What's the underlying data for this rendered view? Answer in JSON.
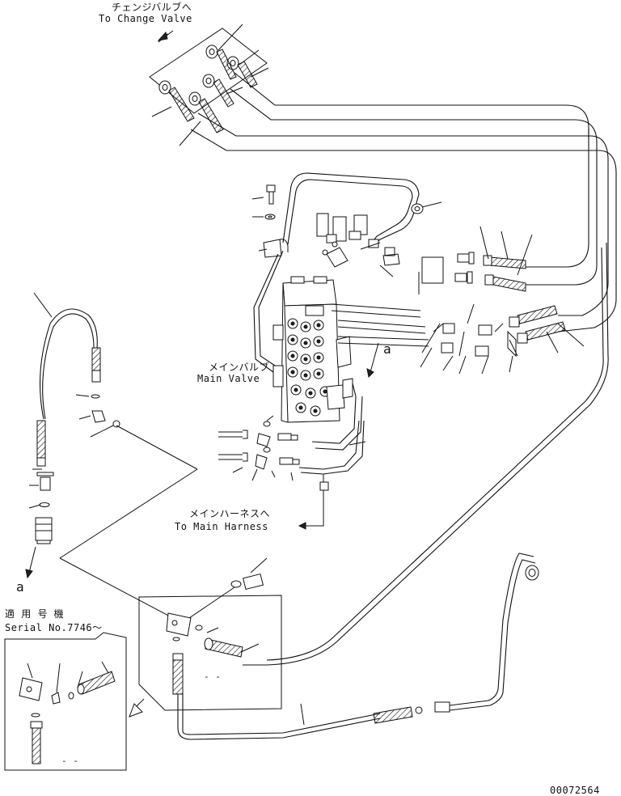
{
  "labels": {
    "change_valve_jp": "チェンジバルブへ",
    "change_valve_en": "To Change Valve",
    "main_valve_jp": "メインバルブ",
    "main_valve_en": "Main Valve",
    "main_harness_jp": "メインハーネスへ",
    "main_harness_en": "To Main Harness",
    "ref_a_upper": "a",
    "ref_a_lower": "a",
    "serial_jp": "適 用 号 機",
    "serial_en": "Serial No.7746～",
    "drawing_number": "00072564",
    "dash_inset_1": "- -",
    "dash_inset_2": "- -"
  }
}
